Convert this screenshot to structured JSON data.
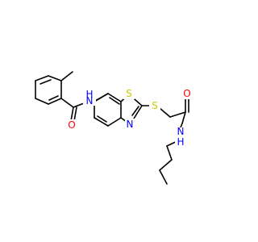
{
  "molecule": {
    "atoms": {
      "O_amide": {
        "symbol": "O",
        "color": "#FF0000"
      },
      "N_amide": {
        "symbol": "N",
        "color": "#0000FF",
        "h": "H"
      },
      "S_ring": {
        "symbol": "S",
        "color": "#CCCC00"
      },
      "N_ring": {
        "symbol": "N",
        "color": "#0000FF"
      },
      "S_thio": {
        "symbol": "S",
        "color": "#CCCC00"
      },
      "O_side": {
        "symbol": "O",
        "color": "#FF0000"
      },
      "N_side": {
        "symbol": "N",
        "color": "#0000FF",
        "h": "H"
      }
    }
  }
}
